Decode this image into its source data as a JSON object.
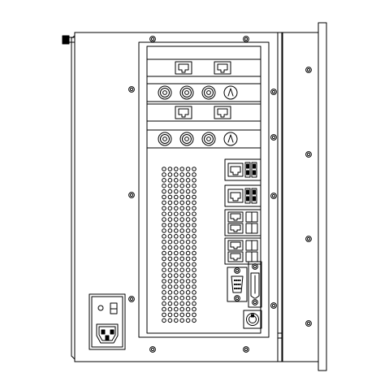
{
  "figure": {
    "kind": "rear panel line drawing",
    "stroke_color": "#000000",
    "background_color": "#ffffff",
    "fill_color": "#ffffff",
    "printed_text": []
  },
  "left_section": {
    "power_module": {
      "rocker_switch_icon": "power-switch-icon",
      "ac_inlet_icon": "iec-power-inlet-icon"
    },
    "side_screw_icon": "screw-head-icon"
  },
  "expansion_slots": {
    "rj45_rows": 2,
    "rj45_ports_per_row": 2,
    "bnc_rows": 2,
    "bnc_connectors_per_row": 4,
    "rj45_icon": "rj45-port-icon",
    "bnc_icon": "bnc-connector-icon"
  },
  "io_panel": {
    "vent_columns": 6,
    "vent_rows": 28,
    "vent_icon": "vent-hole-icon",
    "lan_usb_groups": 2,
    "usb_ports_per_group": 2,
    "dual_lan_groups": 2,
    "vga_icon": "vga-port-icon",
    "dvi_icon": "dvi-port-icon",
    "ps2_icon": "ps2-port-icon"
  },
  "right_section": {
    "screw_count": 5,
    "screw_icon": "screw-head-icon"
  }
}
